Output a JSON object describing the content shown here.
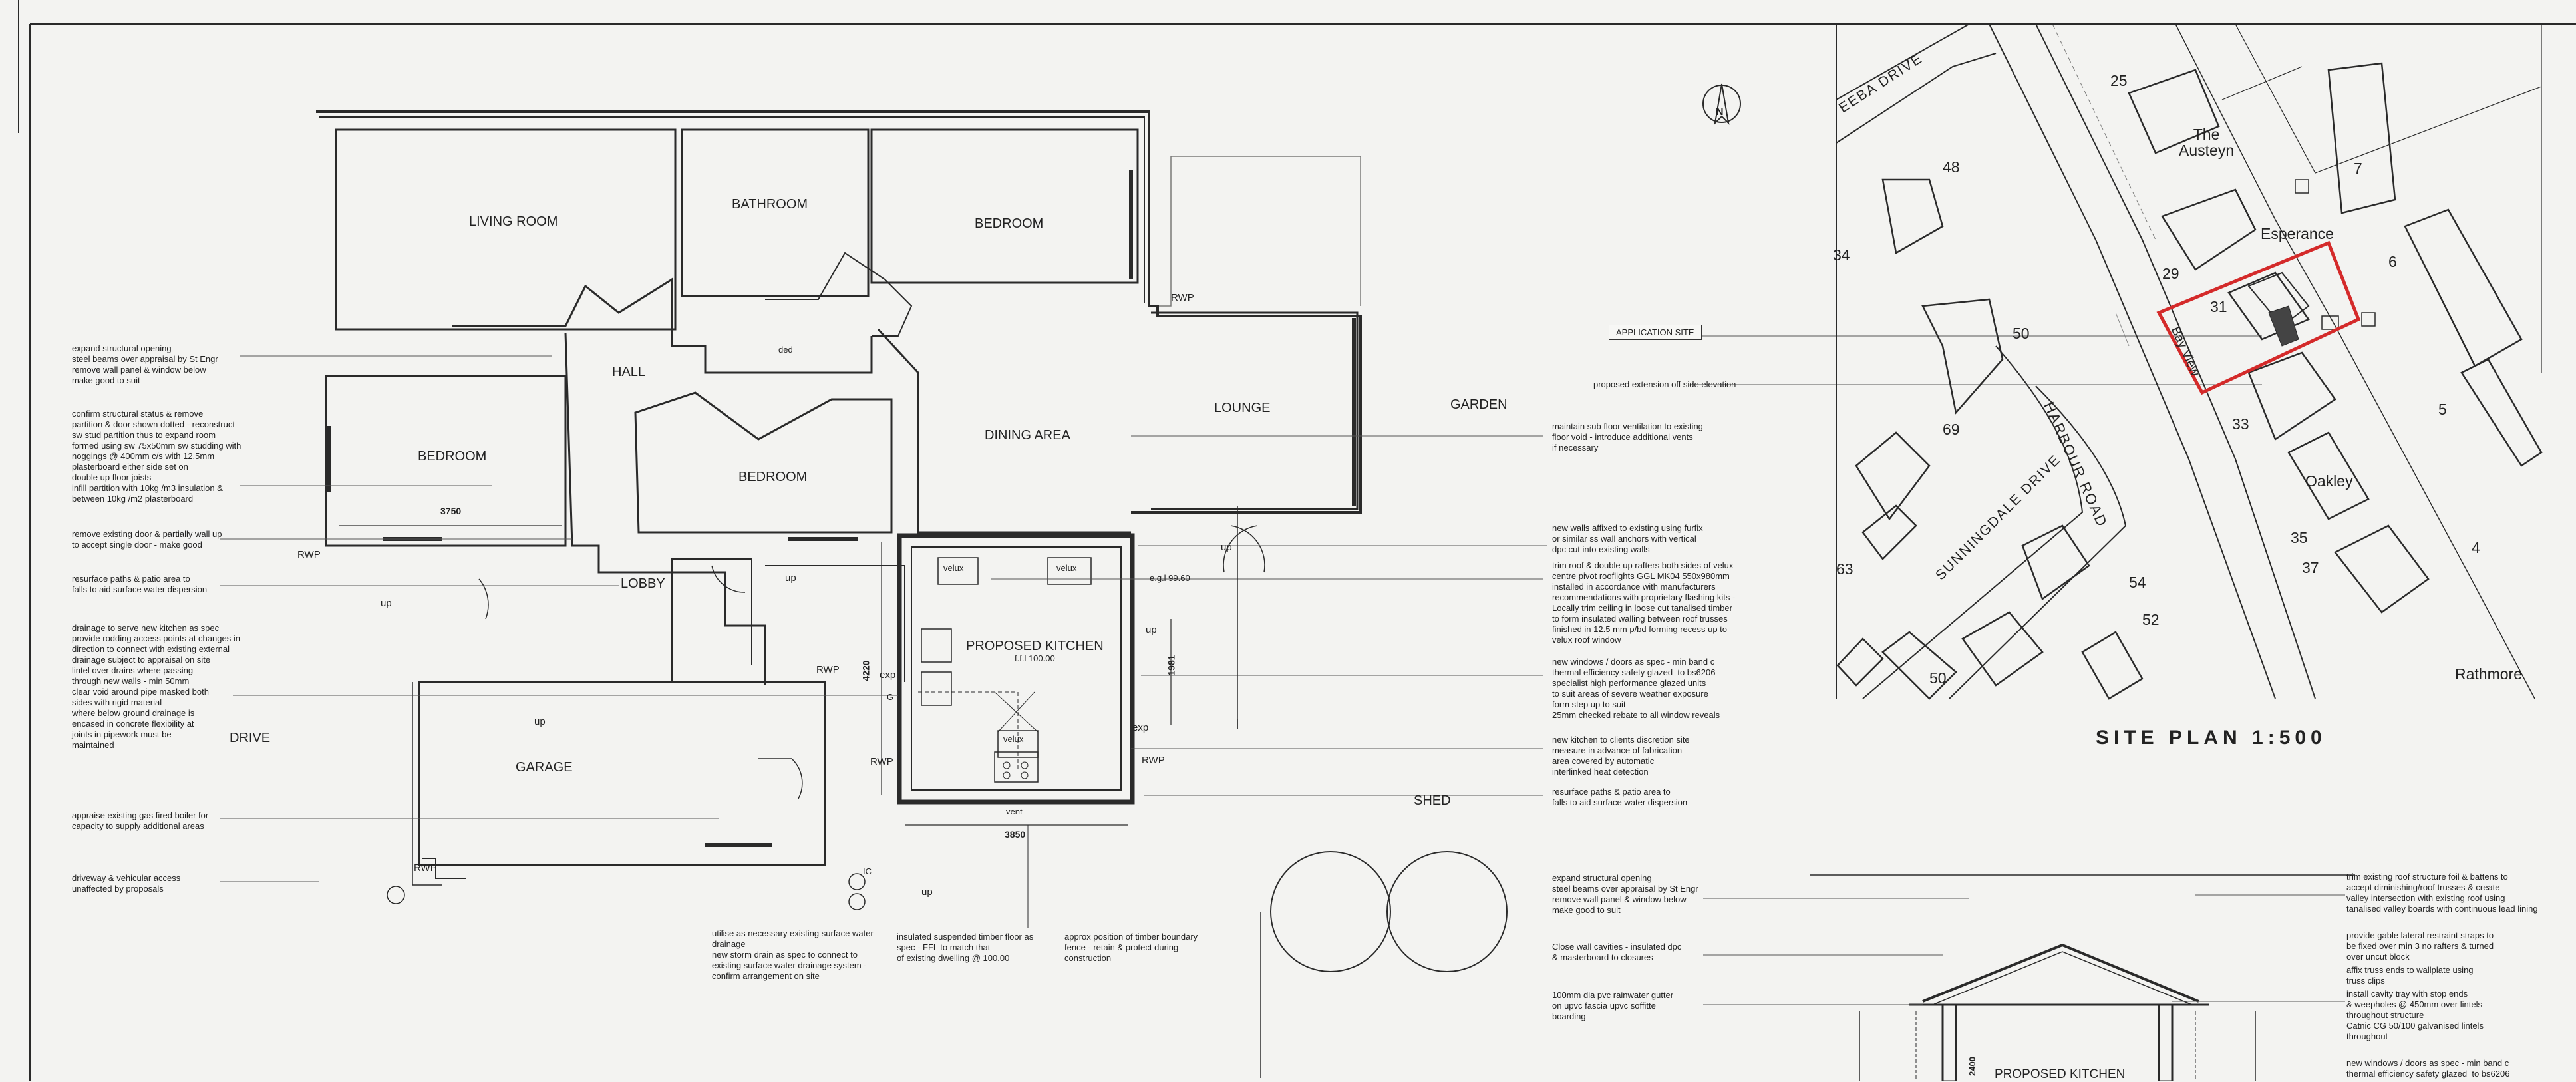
{
  "floor_plan": {
    "rooms": {
      "living_room": "LIVING ROOM",
      "bathroom": "BATHROOM",
      "bedroom_top": "BEDROOM",
      "hall": "HALL",
      "dining_area": "DINING AREA",
      "lounge": "LOUNGE",
      "garden": "GARDEN",
      "bedroom_left": "BEDROOM",
      "bedroom_mid": "BEDROOM",
      "lobby": "LOBBY",
      "garage": "GARAGE",
      "drive": "DRIVE",
      "shed": "SHED",
      "proposed_kitchen": "PROPOSED KITCHEN",
      "kitchen_ffl": "f.f.l 100.00"
    },
    "labels": {
      "ded": "ded",
      "rwp_top": "RWP",
      "rwp_left": "RWP",
      "rwp_mid": "RWP",
      "rwp_kitchen_left": "RWP",
      "rwp_kitchen_right": "RWP",
      "rwp_bottom": "RWP",
      "velux_1": "velux",
      "velux_2": "velux",
      "velux_3": "velux",
      "eg": "e.g.l 99.60",
      "up_1": "up",
      "up_2": "up",
      "up_3": "up",
      "up_4": "up",
      "up_5": "up",
      "up_6": "up",
      "exp_1": "exp",
      "exp_2": "exp",
      "vent": "vent",
      "ic": "IC",
      "g": "G"
    },
    "dimensions": {
      "d3750": "3750",
      "d3850": "3850",
      "d4220": "4220",
      "d1981": "1981"
    }
  },
  "left_notes": [
    "expand structural opening\nsteel beams over appraisal by St Engr\nremove wall panel & window below\nmake good to suit",
    "confirm structural status & remove\npartition & door shown dotted - reconstruct\nsw stud partition thus to expand room\nformed using sw 75x50mm sw studding with\nnoggings @ 400mm c/s with 12.5mm\nplasterboard either side set on\ndouble up floor joists\ninfill partition with 10kg /m3 insulation &\nbetween 10kg /m2 plasterboard",
    "remove existing door & partially wall up\nto accept single door - make good",
    "resurface paths & patio area to\nfalls to aid surface water dispersion",
    "drainage to serve new kitchen as spec\nprovide rodding access points at changes in\ndirection to connect with existing external\ndrainage subject to appraisal on site\nlintel over drains where passing\nthrough new walls - min 50mm\nclear void around pipe masked both\nsides with rigid material\nwhere below ground drainage is\nencased in concrete flexibility at\njoints in pipework must be\nmaintained",
    "appraise existing gas fired boiler for\ncapacity to supply additional areas",
    "driveway & vehicular access\nunaffected by proposals"
  ],
  "middle_notes": [
    "maintain sub floor ventilation to existing\nfloor void - introduce additional vents\nif necessary",
    "new walls affixed to existing using furfix\nor similar ss wall anchors with vertical\ndpc cut into existing walls",
    "trim roof & double up rafters both sides of velux\ncentre pivot rooflights GGL MK04 550x980mm\ninstalled in accordance with manufacturers\nrecommendations with proprietary flashing kits -\nLocally trim ceiling in loose cut tanalised timber\nto form insulated walling between roof trusses\nfinished in 12.5 mm p/bd forming recess up to\nvelux roof window",
    "new windows / doors as spec - min band c\nthermal efficiency safety glazed  to bs6206\nspecialist high performance glazed units\nto suit areas of severe weather exposure\nform step up to suit\n25mm checked rebate to all window reveals",
    "new kitchen to clients discretion site\nmeasure in advance of fabrication\narea covered by automatic\ninterlinked heat detection",
    "resurface paths & patio area to\nfalls to aid surface water dispersion",
    "proposed extension off side elevation"
  ],
  "bottom_notes": [
    "utilise as necessary existing surface water\ndrainage\nnew storm drain as spec to connect to\nexisting surface water drainage system -\nconfirm arrangement on site",
    "insulated suspended timber floor as\nspec - FFL to match that\nof existing dwelling @ 100.00",
    "approx position of timber boundary\nfence - retain & protect during\nconstruction"
  ],
  "section_notes_left": [
    "expand structural opening\nsteel beams over appraisal by St Engr\nremove wall panel & window below\nmake good to suit",
    "Close wall cavities - insulated dpc\n& masterboard to closures",
    "100mm dia pvc rainwater gutter\non upvc fascia upvc soffitte\nboarding"
  ],
  "section_notes_right": [
    "trim existing roof structure foil & battens to\naccept diminishing/roof trusses & create\nvalley intersection with existing roof using\ntanalised valley boards with continuous lead lining",
    "provide gable lateral restraint straps to\nbe fixed over min 3 no rafters & turned\nover uncut block",
    "affix truss ends to wallplate using\ntruss clips",
    "install cavity tray with stop ends\n& weepholes @ 450mm over lintels\nthroughout structure\nCatnic CG 50/100 galvanised lintels\nthroughout",
    "new windows / doors as spec - min band c\nthermal efficiency safety glazed  to bs6206"
  ],
  "section": {
    "title": "PROPOSED KITCHEN",
    "dim": "2400"
  },
  "site_plan": {
    "title": "SITE PLAN 1:500",
    "application_site": "APPLICATION SITE",
    "north": "N",
    "roads": {
      "harbour_road": "HARBOUR ROAD",
      "sunningdale_drive": "SUNNINGDALE DRIVE",
      "ceeba_drive": "EEBA DRIVE"
    },
    "houses": {
      "the_austeyn": "The\nAusteyn",
      "esperance": "Esperance",
      "bay_view": "Bay View",
      "oakley": "Oakley",
      "rathmore": "Rathmore"
    },
    "numbers": {
      "n25": "25",
      "n48": "48",
      "n34": "34",
      "n29": "29",
      "n31": "31",
      "n50a": "50",
      "n69": "69",
      "n33": "33",
      "n35": "35",
      "n37": "37",
      "n63": "63",
      "n54": "54",
      "n52": "52",
      "n50b": "50",
      "n7": "7",
      "n6": "6",
      "n5": "5",
      "n4": "4"
    }
  },
  "colors": {
    "ink": "#222222",
    "paper": "#f3f3f1",
    "site_boundary": "#d42a2a"
  }
}
